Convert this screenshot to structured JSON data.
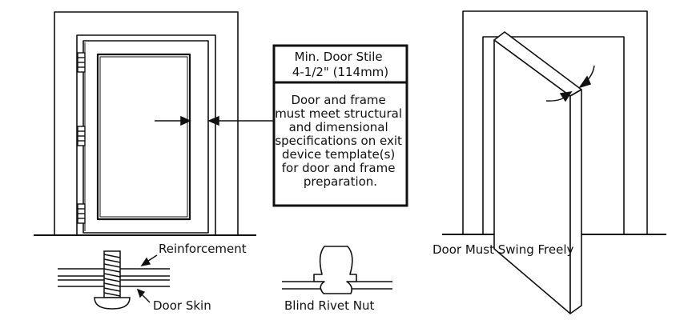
{
  "callout": {
    "title_lines": [
      "Min. Door Stile",
      "4-1/2\" (114mm)"
    ],
    "body_lines": [
      "Door and frame",
      "must meet structural",
      "and dimensional",
      "specifications on exit",
      "device template(s)",
      "for door and frame",
      "preparation."
    ]
  },
  "labels": {
    "reinforcement": "Reinforcement",
    "door_skin": "Door Skin",
    "blind_rivet_nut": "Blind Rivet Nut",
    "door_swing": "Door Must Swing Freely"
  }
}
